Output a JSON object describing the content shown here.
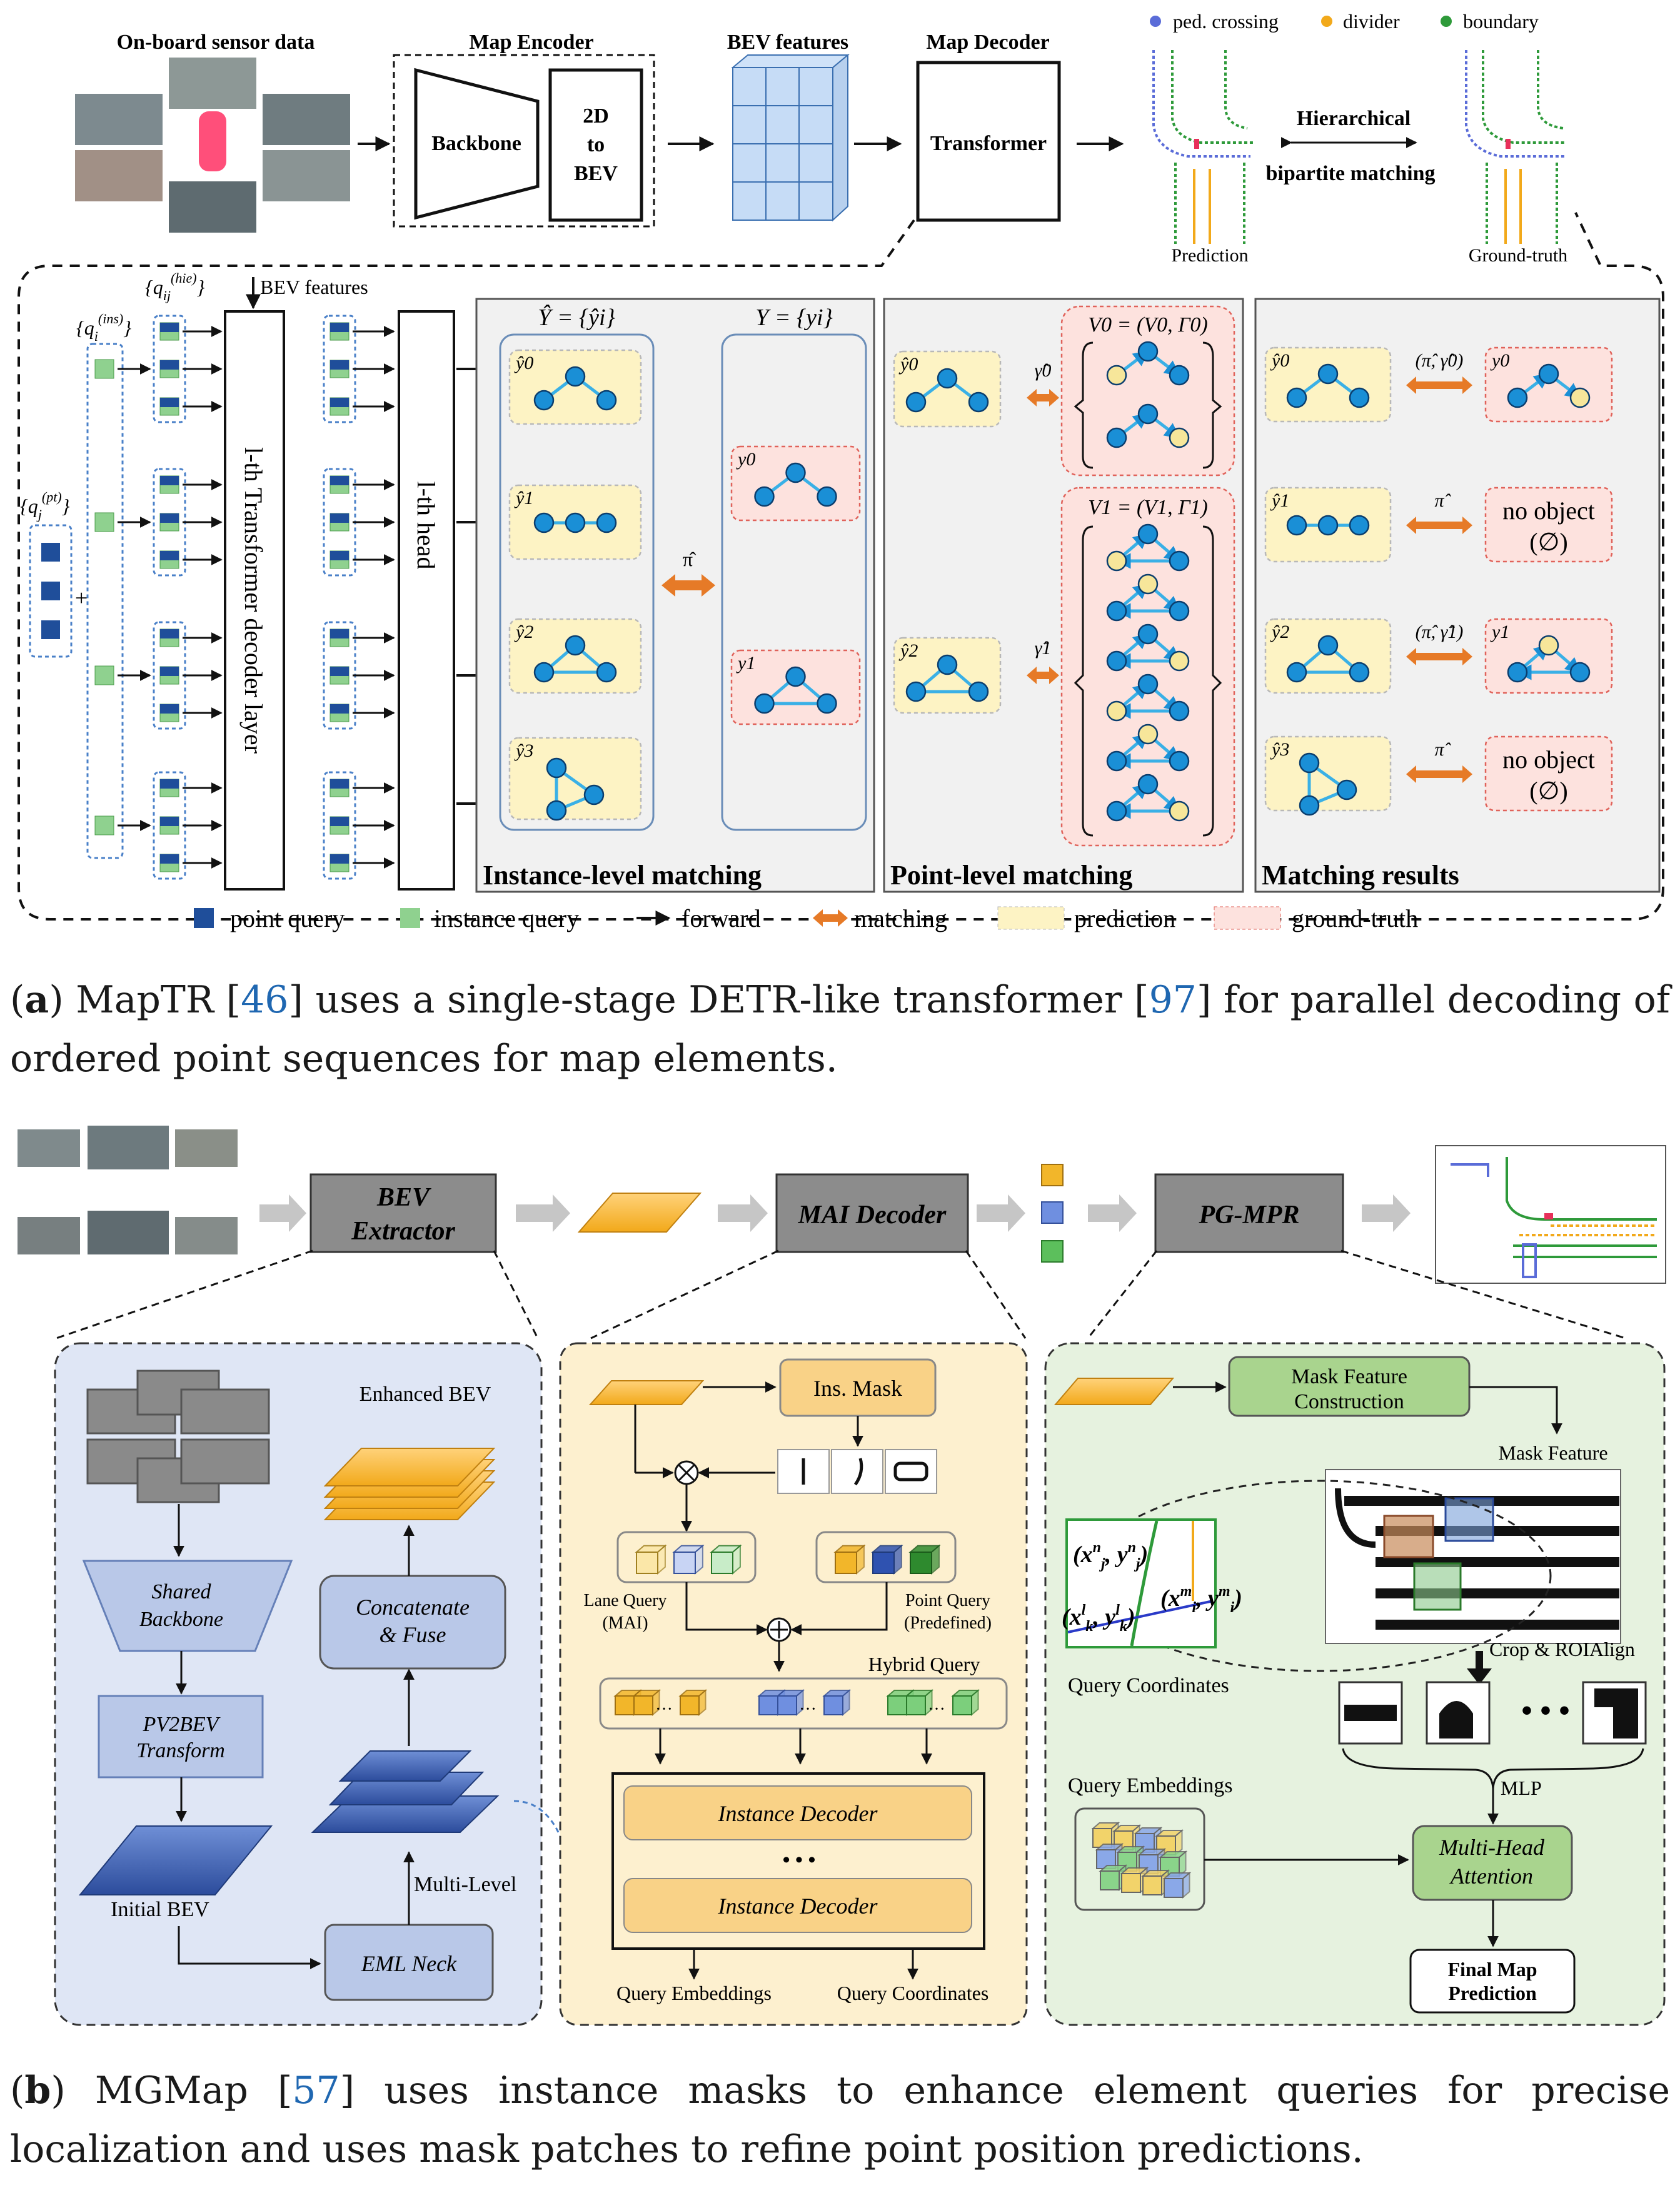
{
  "figure_a": {
    "top": {
      "sensor_label": "On-board sensor data",
      "encoder_title": "Map Encoder",
      "backbone": "Backbone",
      "to_bev": [
        "2D",
        "to",
        "BEV"
      ],
      "bev_features_title": "BEV features",
      "decoder_title": "Map Decoder",
      "transformer": "Transformer",
      "legend_top": [
        "ped. crossing",
        "divider",
        "boundary"
      ],
      "hierarchical": "Hierarchical",
      "bipartite": "bipartite matching",
      "prediction": "Prediction",
      "ground_truth": "Ground-truth"
    },
    "detail": {
      "bev_features": "BEV features",
      "q_hie": "{q_ij^(hie)}",
      "q_ins": "{q_i^(ins)}",
      "q_pt": "{q_j^(pt)}",
      "plus": "+",
      "decoder_layer": "l-th Transformer decoder layer",
      "head": "l-th head",
      "pred_set": "Ŷ = {ŷi}",
      "gt_set": "Y = {yi}",
      "pi_hat": "π̂",
      "pred_labels": [
        "ŷ0",
        "ŷ1",
        "ŷ2",
        "ŷ3"
      ],
      "gt_labels": [
        "y0",
        "y1"
      ],
      "v0": "V0 = (V0, Γ0)",
      "v1": "V1 = (V1, Γ1)",
      "match_labels": [
        "(π̂, γ̂0)",
        "π̂",
        "(π̂, γ̂1)",
        "π̂"
      ],
      "gamma0": "γ̂0",
      "gamma1": "γ̂1",
      "no_object": "no object",
      "empty_set": "(∅)",
      "section_instance": "Instance-level matching",
      "section_point": "Point-level matching",
      "section_results": "Matching results"
    },
    "legend": [
      "point query",
      "instance query",
      "forward",
      "matching",
      "prediction",
      "ground-truth"
    ]
  },
  "caption_a": {
    "label": "a",
    "parts": [
      ") MapTR [",
      "46",
      "] uses a single-stage DETR-like transformer [",
      "97",
      "] for parallel decoding of ordered point sequences for map elements."
    ]
  },
  "figure_b": {
    "top": {
      "bev_extractor": [
        "BEV",
        "Extractor"
      ],
      "mai_decoder": "MAI Decoder",
      "pg_mpr": "PG-MPR"
    },
    "left": {
      "enhanced_bev": "Enhanced BEV",
      "shared_backbone": [
        "Shared",
        "Backbone"
      ],
      "concat_fuse": [
        "Concatenate",
        "& Fuse"
      ],
      "pv2bev": [
        "PV2BEV",
        "Transform"
      ],
      "initial_bev": "Initial BEV",
      "multi_level": "Multi-Level",
      "eml_neck": "EML Neck"
    },
    "middle": {
      "ins_mask": "Ins. Mask",
      "lane_query": [
        "Lane Query",
        "(MAI)"
      ],
      "point_query": [
        "Point Query",
        "(Predefined)"
      ],
      "hybrid_query": "Hybrid Query",
      "instance_decoder": "Instance Decoder",
      "dots": "• • •",
      "query_embeddings": "Query Embeddings",
      "query_coordinates": "Query Coordinates"
    },
    "right": {
      "mask_feature_construction": [
        "Mask Feature",
        "Construction"
      ],
      "mask_feature": "Mask Feature",
      "coord_labels": [
        "(x_j^n, y_j^n)",
        "(x_i^m, y_i^m)",
        "(x_k^l, y_k^l)"
      ],
      "query_coordinates": "Query Coordinates",
      "crop": "Crop & ROIAlign",
      "query_embeddings": "Query Embeddings",
      "mlp": "MLP",
      "mha": [
        "Multi-Head",
        "Attention"
      ],
      "final": [
        "Final Map",
        "Prediction"
      ]
    }
  },
  "caption_b": {
    "label": "b",
    "parts": [
      ") MGMap [",
      "57",
      "] uses instance masks to enhance element queries for precise localization and uses mask patches to refine point position predictions."
    ]
  },
  "colors": {
    "point_query": "#1f4e9a",
    "instance_query": "#8fd18f",
    "node": "#1a8fd6",
    "edge": "#3ab0e6",
    "prediction_fill": "#fdf3c4",
    "gt_fill": "#fde2de",
    "gt_border": "#e0625a",
    "match_arrow": "#e67a27",
    "panel_blue": "#dfe6f5",
    "panel_yellow": "#fdf0cf",
    "panel_green": "#e6f2df",
    "ped_crossing": "#5a6cd8",
    "divider": "#f2a91a",
    "boundary": "#2e9a3a",
    "ref_link": "#1f67b1"
  }
}
